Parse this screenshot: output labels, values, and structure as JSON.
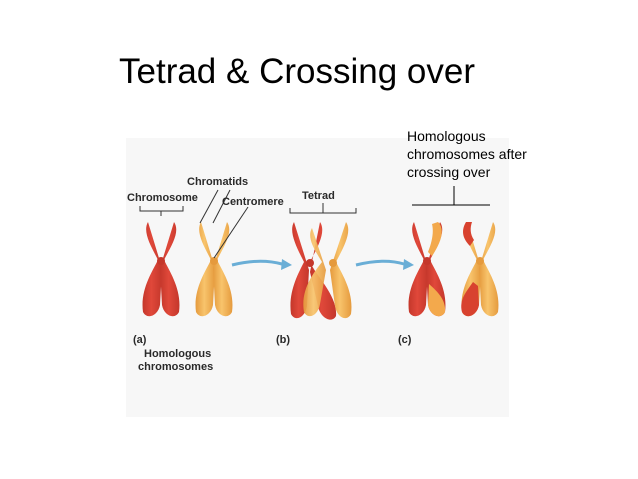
{
  "slide": {
    "title": "Tetrad & Crossing over"
  },
  "callout": {
    "line1": "Homologous",
    "line2": "chromosomes after",
    "line3": "crossing over"
  },
  "figure": {
    "labels": {
      "chromatids": "Chromatids",
      "chromosome": "Chromosome",
      "centromere": "Centromere",
      "tetrad": "Tetrad"
    },
    "panels": {
      "a": "(a)",
      "b": "(b)",
      "c": "(c)"
    },
    "caption_a_line1": "Homologous",
    "caption_a_line2": "chromosomes"
  },
  "colors": {
    "red_chromosome": "#e0483a",
    "red_shadow": "#c4372b",
    "orange_chromosome": "#f6b45a",
    "orange_shadow": "#e59a3d",
    "arrow": "#6aaed6",
    "panel_bg": "#f7f7f7"
  }
}
